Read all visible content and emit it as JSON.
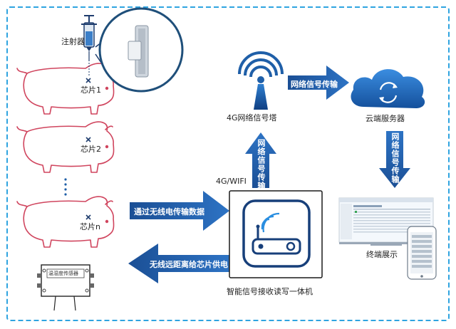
{
  "labels": {
    "syringe": "注射器",
    "chip1": "芯片1",
    "chip2": "芯片2",
    "chipn": "芯片n",
    "sensor_box": "温湿度传感器",
    "tower": "4G网络信号塔",
    "cloud": "云端服务器",
    "terminal": "终端展示",
    "reader": "智能信号接收读写一体机",
    "link_4g": "4G/WIFI"
  },
  "arrows": {
    "tower_to_cloud": "网络信号传输",
    "cloud_to_terminal": "网络信号传输",
    "reader_to_tower": "网络信号传输",
    "pigs_to_reader": "通过无线电传输数据",
    "reader_to_chips": "无线远距离给芯片供电"
  },
  "colors": {
    "pig_stroke": "#d0455e",
    "arrow_blue": "#1f5fa8",
    "frame_dash": "#2fa4e0",
    "dark_blue": "#173f7a"
  }
}
